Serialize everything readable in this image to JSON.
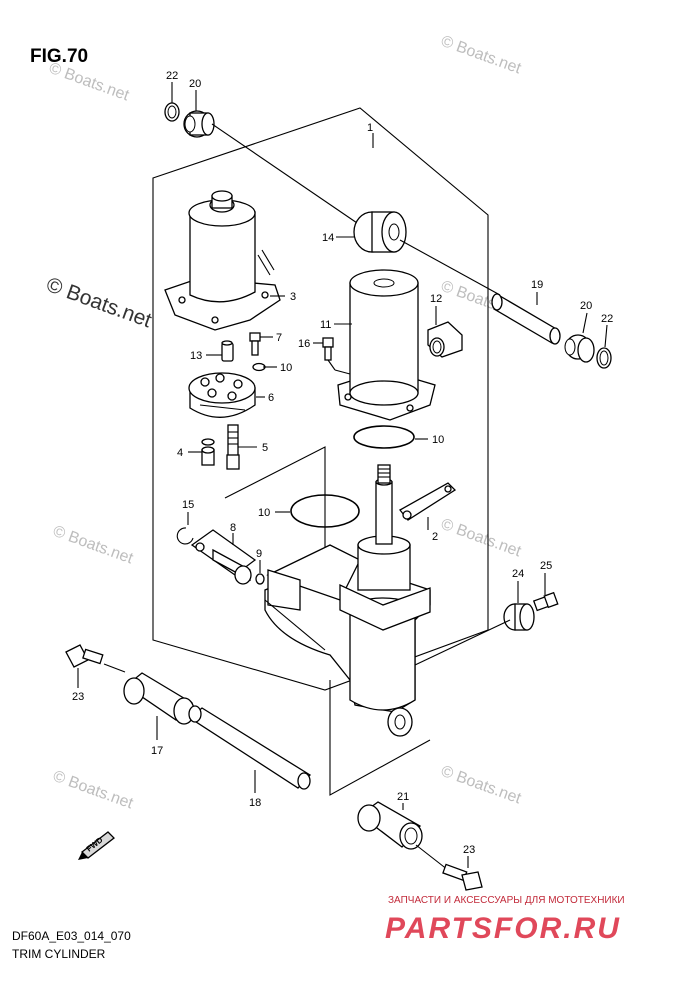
{
  "figure": {
    "title": "FIG.70",
    "code": "DF60A_E03_014_070",
    "name": "TRIM CYLINDER"
  },
  "watermark": {
    "text": "© Boats.net"
  },
  "branding": {
    "tagline": "ЗАПЧАСТИ И АКСЕССУАРЫ ДЛЯ МОТОТЕХНИКИ",
    "logo": "PARTSFOR.RU",
    "color": "#e0485a"
  },
  "direction": {
    "label": "FWD"
  },
  "callouts": [
    "1",
    "2",
    "3",
    "4",
    "5",
    "6",
    "7",
    "8",
    "9",
    "10",
    "10",
    "10",
    "11",
    "12",
    "13",
    "14",
    "15",
    "16",
    "17",
    "18",
    "19",
    "20",
    "20",
    "21",
    "22",
    "22",
    "23",
    "23",
    "24",
    "25"
  ]
}
